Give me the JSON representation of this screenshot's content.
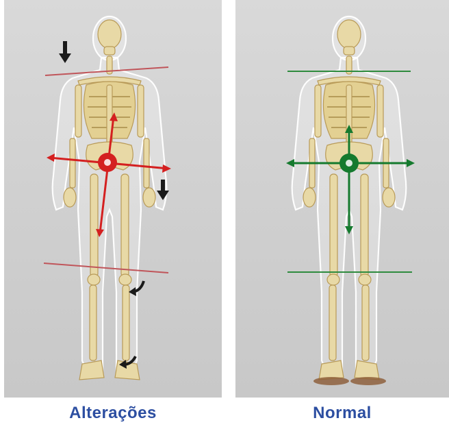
{
  "panels": [
    {
      "id": "altered",
      "caption": "Alterações",
      "marker_color": "#d42020",
      "line_color": "#c0555a",
      "arrow_color": "#1a1a1a"
    },
    {
      "id": "normal",
      "caption": "Normal",
      "marker_color": "#157a2e",
      "line_color": "#2e8b3e"
    }
  ],
  "colors": {
    "bone": "#e8d9a6",
    "body_outline": "#ffffff",
    "background": "#d3d3d3",
    "caption": "#2c4ea1"
  }
}
